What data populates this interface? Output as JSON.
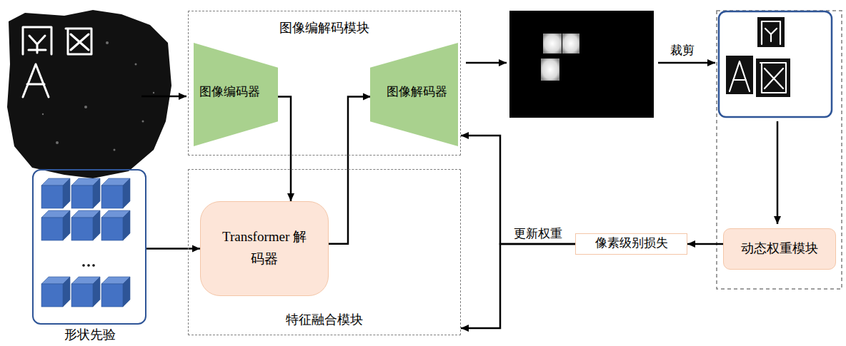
{
  "diagram": {
    "nodes": [
      {
        "text": [
          "图像编解码模块"
        ]
      },
      {
        "text": [
          "图像编码器"
        ],
        "in": 0
      },
      {
        "text": [
          "图像解码器"
        ],
        "in": 0
      },
      {
        "text": [
          "特征融合模块"
        ]
      },
      {
        "text": [
          "Transformer 解码器"
        ],
        "in": 3
      },
      {
        "text": [
          "形状先验"
        ]
      },
      {
        "text": [
          "动态权重模块"
        ]
      },
      {
        "text": [
          "像素级别损失"
        ]
      }
    ],
    "edges": [
      {
        "from": 1,
        "to": 4,
        "arrow": "to"
      },
      {
        "from": 4,
        "to": 2,
        "arrow": "to"
      },
      {
        "from": 5,
        "to": 4,
        "arrow": "to"
      },
      {
        "from": 6,
        "to": 7,
        "arrow": "to"
      },
      {
        "from": 7,
        "to": 0,
        "label": "更新权重",
        "arrow": "to"
      },
      {
        "from": 7,
        "to": 3,
        "arrow": "to"
      }
    ],
    "labels": [
      "裁剪"
    ]
  }
}
